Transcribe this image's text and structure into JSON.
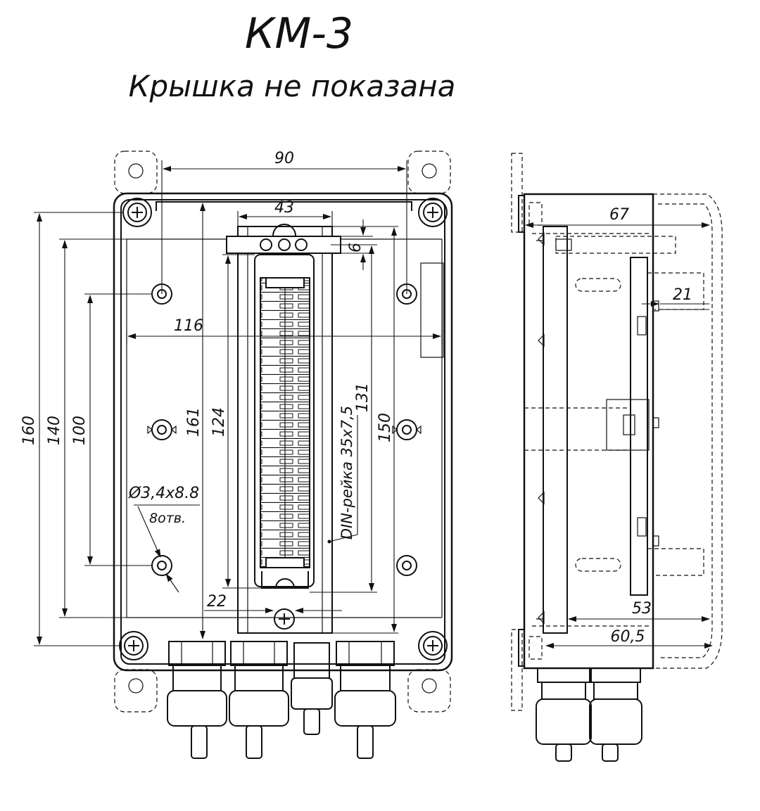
{
  "title": "КМ-3",
  "subtitle": "Крышка не показана",
  "dimensions": {
    "d90": "90",
    "d43": "43",
    "d6": "6",
    "d116": "116",
    "d160": "160",
    "d140": "140",
    "d100": "100",
    "d161": "161",
    "d124": "124",
    "d131": "131",
    "d150": "150",
    "d22": "22",
    "d67": "67",
    "d21": "21",
    "d53": "53",
    "d60_5": "60,5"
  },
  "hole_note": {
    "diameter": "Ø3,4x8.8",
    "count": "8отв."
  },
  "din_rail_label": "DIN-рейка 35х7,5"
}
